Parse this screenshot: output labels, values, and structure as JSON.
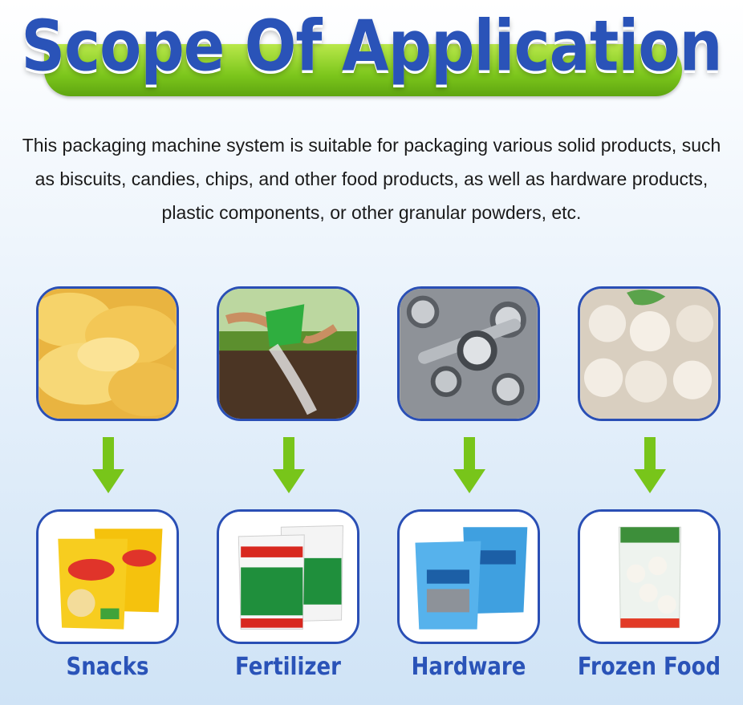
{
  "header": {
    "title": "Scope Of Application"
  },
  "description": "This packaging machine system is suitable for packaging various solid products, such as biscuits, candies, chips, and other food products, as well as hardware products, plastic components, or other granular powders, etc.",
  "categories": [
    {
      "label": "Snacks",
      "photo_icon": "potato-chips-photo",
      "package_icon": "chips-bag-package"
    },
    {
      "label": "Fertilizer",
      "photo_icon": "fertilizer-spreading-photo",
      "package_icon": "fertilizer-bag-package"
    },
    {
      "label": "Hardware",
      "photo_icon": "nuts-bolts-photo",
      "package_icon": "hardware-bag-package"
    },
    {
      "label": "Frozen Food",
      "photo_icon": "fish-balls-photo",
      "package_icon": "frozen-food-bag-package"
    }
  ],
  "colors": {
    "title_blue": "#2a53b8",
    "banner_green": "#7cc61c",
    "arrow_green": "#78c51a",
    "tile_border": "#2a4fb5"
  }
}
